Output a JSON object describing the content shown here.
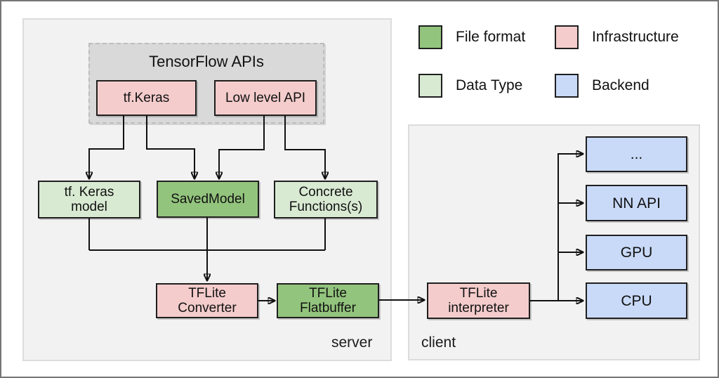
{
  "diagram": {
    "api_group_title": "TensorFlow APIs",
    "regions": {
      "server": "server",
      "client": "client"
    },
    "colors": {
      "file_format": "#93c47d",
      "infrastructure": "#f4cccc",
      "data_type": "#d9ead3",
      "backend": "#c9daf8",
      "api_group_bg": "#d9d9d9",
      "region_bg": "#f2f2f2",
      "line": "#111111"
    },
    "nodes": {
      "tf_keras": {
        "line1": "tf.Keras",
        "type": "infrastructure"
      },
      "low_level_api": {
        "line1": "Low level API",
        "type": "infrastructure"
      },
      "tf_keras_model": {
        "line1": "tf. Keras",
        "line2": "model",
        "type": "data_type"
      },
      "saved_model": {
        "line1": "SavedModel",
        "type": "file_format"
      },
      "concrete_functions": {
        "line1": "Concrete",
        "line2": "Functions(s)",
        "type": "data_type"
      },
      "tflite_converter": {
        "line1": "TFLite",
        "line2": "Converter",
        "type": "infrastructure"
      },
      "tflite_flatbuffer": {
        "line1": "TFLite",
        "line2": "Flatbuffer",
        "type": "file_format"
      },
      "tflite_interpreter": {
        "line1": "TFLite",
        "line2": "interpreter",
        "type": "infrastructure"
      },
      "backend_other": {
        "line1": "...",
        "type": "backend"
      },
      "backend_nn_api": {
        "line1": "NN API",
        "type": "backend"
      },
      "backend_gpu": {
        "line1": "GPU",
        "type": "backend"
      },
      "backend_cpu": {
        "line1": "CPU",
        "type": "backend"
      }
    },
    "legend": {
      "file_format": "File format",
      "infrastructure": "Infrastructure",
      "data_type": "Data Type",
      "backend": "Backend"
    },
    "edges": [
      {
        "from": "tf.Keras",
        "to": "tf. Keras model"
      },
      {
        "from": "tf.Keras",
        "to": "SavedModel"
      },
      {
        "from": "Low level API",
        "to": "SavedModel"
      },
      {
        "from": "Low level API",
        "to": "Concrete Functions(s)"
      },
      {
        "from": "tf. Keras model",
        "to": "TFLite Converter"
      },
      {
        "from": "SavedModel",
        "to": "TFLite Converter"
      },
      {
        "from": "Concrete Functions(s)",
        "to": "TFLite Converter"
      },
      {
        "from": "TFLite Converter",
        "to": "TFLite Flatbuffer"
      },
      {
        "from": "TFLite Flatbuffer",
        "to": "TFLite interpreter"
      },
      {
        "from": "TFLite interpreter",
        "to": "..."
      },
      {
        "from": "TFLite interpreter",
        "to": "NN API"
      },
      {
        "from": "TFLite interpreter",
        "to": "GPU"
      },
      {
        "from": "TFLite interpreter",
        "to": "CPU"
      }
    ]
  }
}
